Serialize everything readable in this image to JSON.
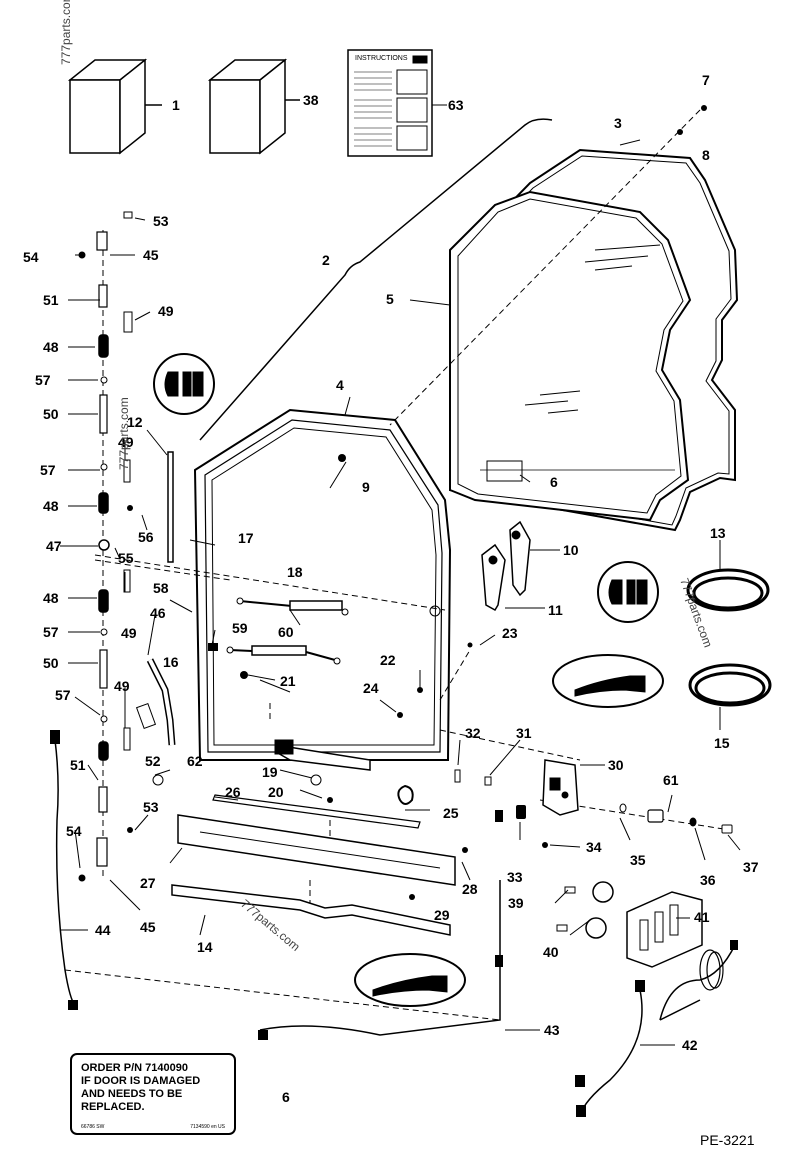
{
  "figure": {
    "id": "PE-3221",
    "watermark": "777parts.com"
  },
  "instructions_sheet": {
    "title": "INSTRUCTIONS"
  },
  "decal": {
    "text": "ORDER P/N 7140090\nIF DOOR IS DAMAGED\nAND NEEDS TO BE\nREPLACED.",
    "code_left": "66786 SW",
    "code_right": "7134590 en US"
  },
  "callouts": [
    "1",
    "2",
    "3",
    "4",
    "5",
    "6",
    "6",
    "7",
    "8",
    "9",
    "10",
    "11",
    "12",
    "13",
    "14",
    "15",
    "16",
    "17",
    "18",
    "19",
    "20",
    "21",
    "22",
    "23",
    "24",
    "25",
    "26",
    "27",
    "28",
    "29",
    "30",
    "31",
    "32",
    "33",
    "34",
    "35",
    "36",
    "37",
    "38",
    "39",
    "40",
    "41",
    "42",
    "43",
    "44",
    "45",
    "45",
    "46",
    "47",
    "48",
    "48",
    "48",
    "49",
    "49",
    "49",
    "49",
    "50",
    "50",
    "51",
    "51",
    "52",
    "53",
    "53",
    "54",
    "54",
    "55",
    "56",
    "57",
    "57",
    "57",
    "57",
    "58",
    "59",
    "60",
    "61",
    "62",
    "63"
  ],
  "colors": {
    "line": "#000000",
    "background": "#ffffff",
    "glass": "#ffffff"
  }
}
